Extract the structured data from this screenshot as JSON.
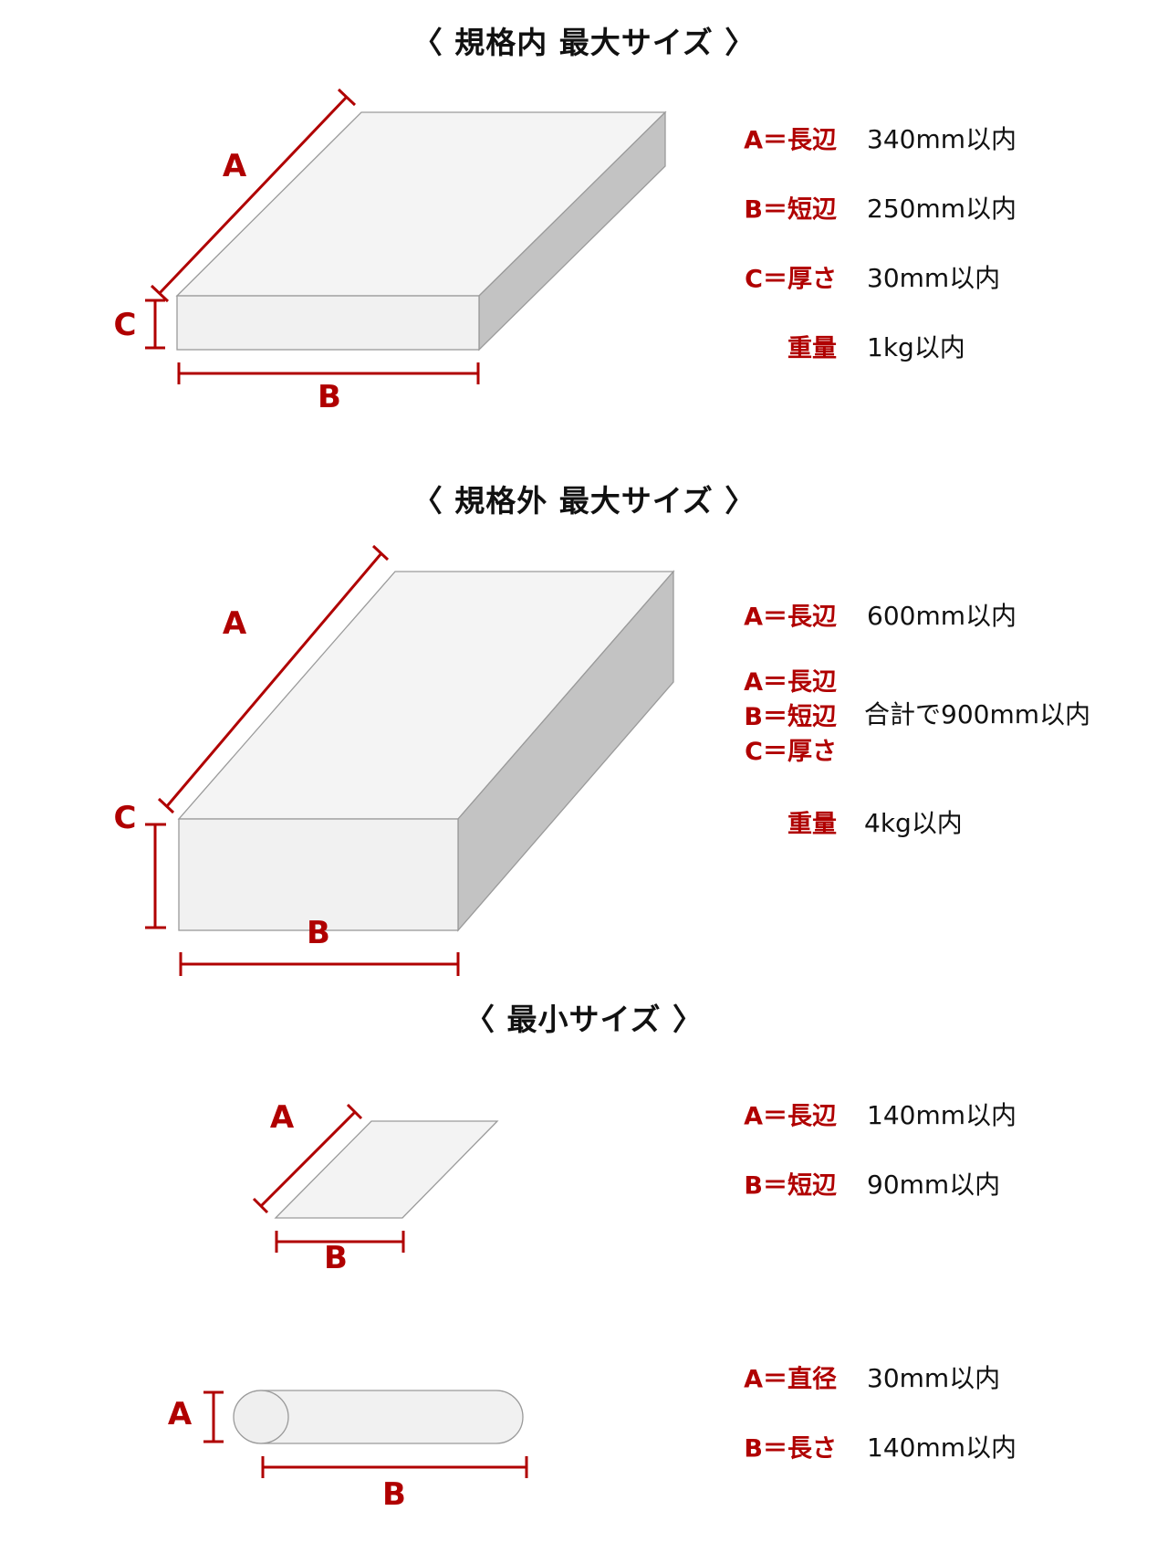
{
  "colors": {
    "accent": "#B00000",
    "text": "#111111",
    "face_top": "#F4F4F4",
    "face_front": "#F1F1F1",
    "face_side": "#C3C3C3",
    "outline": "#9A9A9A"
  },
  "sections": [
    {
      "title": "〈 規格内 最大サイズ 〉",
      "figure": {
        "type": "box",
        "labels": {
          "a": "A",
          "b": "B",
          "c": "C"
        }
      },
      "specs": [
        {
          "label": "A＝長辺",
          "value": "340mm以内"
        },
        {
          "label": "B＝短辺",
          "value": "250mm以内"
        },
        {
          "label": "C＝厚さ",
          "value": "30mm以内"
        },
        {
          "label": "重量",
          "value": "1kg以内"
        }
      ]
    },
    {
      "title": "〈 規格外 最大サイズ 〉",
      "figure": {
        "type": "box",
        "labels": {
          "a": "A",
          "b": "B",
          "c": "C"
        }
      },
      "specs": [
        {
          "label": "A＝長辺",
          "value": "600mm以内"
        },
        {
          "labels": [
            "A＝長辺",
            "B＝短辺",
            "C＝厚さ"
          ],
          "value": "合計で900mm以内"
        },
        {
          "label": "重量",
          "value": "4kg以内"
        }
      ]
    },
    {
      "title": "〈 最小サイズ 〉",
      "figures": [
        {
          "type": "flat-sheet",
          "labels": {
            "a": "A",
            "b": "B"
          },
          "specs": [
            {
              "label": "A＝長辺",
              "value": "140mm以内"
            },
            {
              "label": "B＝短辺",
              "value": "90mm以内"
            }
          ]
        },
        {
          "type": "cylinder",
          "labels": {
            "a": "A",
            "b": "B"
          },
          "specs": [
            {
              "label": "A＝直径",
              "value": "30mm以内"
            },
            {
              "label": "B＝長さ",
              "value": "140mm以内"
            }
          ]
        }
      ]
    }
  ]
}
